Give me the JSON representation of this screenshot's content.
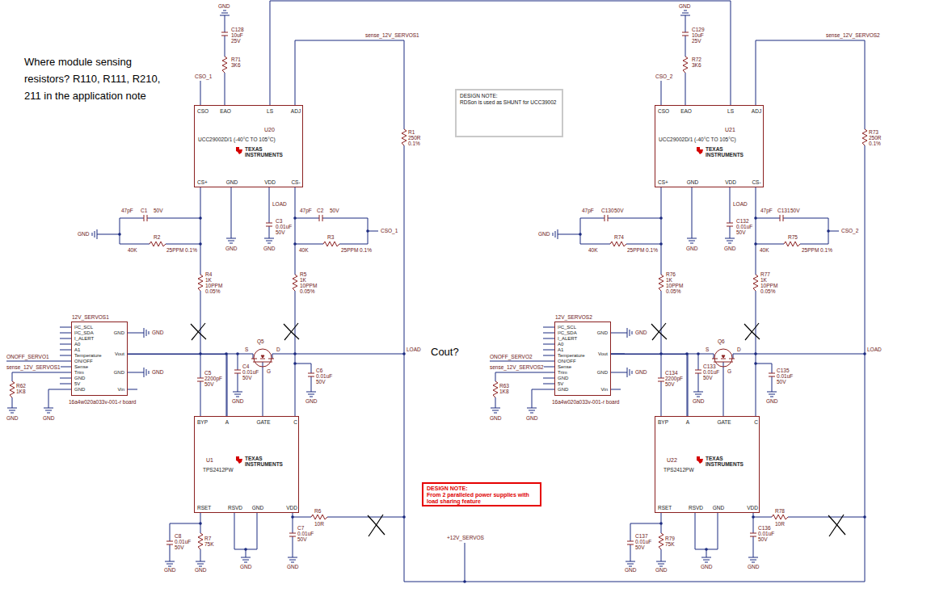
{
  "diagram": {
    "nodes": [
      {
        "text": [
          "CSO",
          "EAO",
          "LS",
          "ADJ",
          "U20",
          "UCC29002D/1 (-40°C TO 105°C)",
          "TEXAS INSTRUMENTS",
          "CS+",
          "GND",
          "VDD",
          "CS-"
        ]
      },
      {
        "text": [
          "DESIGN NOTE:",
          "RDSon is used as SHUNT for UCC39002"
        ]
      },
      {
        "text": [
          "CSO",
          "EAO",
          "LS",
          "ADJ",
          "U21",
          "UCC29002D/1 (-40°C TO 105°C)",
          "TEXAS INSTRUMENTS",
          "CS+",
          "GND",
          "VDD",
          "CS-"
        ]
      },
      {
        "text": [
          "12V_SERVOS1",
          "I²C_SCL",
          "I²C_SDA",
          "I_ALERT",
          "A0",
          "A1",
          "Temperature",
          "ON/OFF",
          "Sense",
          "Trim",
          "GND",
          "5V",
          "GND",
          "GND",
          "Vout",
          "GND",
          "Vin",
          "16a4w020a033v-001-r board"
        ]
      },
      {
        "text": [
          "12V_SERVOS2",
          "I²C_SCL",
          "I²C_SDA",
          "I_ALERT",
          "A0",
          "A1",
          "Temperature",
          "ON/OFF",
          "Sense",
          "Trim",
          "GND",
          "5V",
          "GND",
          "GND",
          "Vout",
          "GND",
          "Vin",
          "16a4w020a033v-001-r board"
        ]
      },
      {
        "text": [
          "BYP",
          "A",
          "GATE",
          "C",
          "U1",
          "TEXAS INSTRUMENTS",
          "TPS2412PW",
          "RSET",
          "RSVD",
          "GND",
          "VDD"
        ]
      },
      {
        "text": [
          "DESIGN NOTE:",
          "From 2 paralleled power supplies with load sharing feature"
        ]
      },
      {
        "text": [
          "BYP",
          "A",
          "GATE",
          "C",
          "U22",
          "TEXAS INSTRUMENTS",
          "TPS2412PW",
          "RSET",
          "RSVD",
          "GND",
          "VDD"
        ]
      }
    ],
    "edges": [
      {
        "from": 0,
        "to": 2,
        "arrow": "none"
      },
      {
        "from": 3,
        "to": 5,
        "arrow": "none"
      },
      {
        "from": 4,
        "to": 7,
        "arrow": "none"
      }
    ],
    "labels": [
      "Where module sensing resistors?  R110, R111, R210, 211 in the application note",
      "GND",
      "C128",
      "10uF",
      "25V",
      "R71",
      "3K6",
      "CSO_1",
      "sense_12V_SERVOS1",
      "R1",
      "250R",
      "0.1%",
      "C1",
      "47pF",
      "50V",
      "GND",
      "40K",
      "R2",
      "25PPM 0.1%",
      "GND",
      "LOAD",
      "C3",
      "0.01uF",
      "50V",
      "GND",
      "C2",
      "47pF",
      "50V",
      "CSO_1",
      "40K",
      "R3",
      "25PPM 0.1%",
      "R4",
      "1K",
      "10PPM",
      "0.05%",
      "R5",
      "1K",
      "10PPM",
      "0.05%",
      "Q5",
      "S",
      "D",
      "G",
      "LOAD",
      "C5",
      "2200pF",
      "50V",
      "C4",
      "0.01uF",
      "50V",
      "GND",
      "C6",
      "0.01uF",
      "50V",
      "GND",
      "C8",
      "0.01uF",
      "50V",
      "R7",
      "75K",
      "GND",
      "GND",
      "GND",
      "R6",
      "10R",
      "C7",
      "0.01uF",
      "50V",
      "GND",
      "GND",
      "C129",
      "10uF",
      "25V",
      "R72",
      "3K6",
      "CSO_2",
      "sense_12V_SERVOS2",
      "R73",
      "250R",
      "0.1%",
      "C130",
      "47pF",
      "50V",
      "GND",
      "40K",
      "R74",
      "25PPM 0.1%",
      "GND",
      "LOAD",
      "C132",
      "0.01uF",
      "50V",
      "GND",
      "C131",
      "47pF",
      "50V",
      "CSO_2",
      "40K",
      "R75",
      "25PPM 0.1%",
      "R76",
      "1K",
      "10PPM",
      "0.05%",
      "R77",
      "1K",
      "10PPM",
      "0.05%",
      "Q6",
      "S",
      "D",
      "G",
      "LOAD",
      "C134",
      "2200pF",
      "50V",
      "C133",
      "0.01uF",
      "50V",
      "GND",
      "C135",
      "0.01uF",
      "50V",
      "GND",
      "C137",
      "0.01uF",
      "50V",
      "R79",
      "75K",
      "GND",
      "GND",
      "GND",
      "R78",
      "10R",
      "C136",
      "0.01uF",
      "50V",
      "GND",
      "ONOFF_SERVO1",
      "sense_12V_SERVOS1",
      "R62",
      "1K8",
      "GND",
      "GND",
      "GND",
      "GND",
      "ONOFF_SERVO2",
      "sense_12V_SERVOS2",
      "R63",
      "1K8",
      "GND",
      "GND",
      "GND",
      "GND",
      "Cout?",
      "+12V_SERVOS"
    ]
  }
}
